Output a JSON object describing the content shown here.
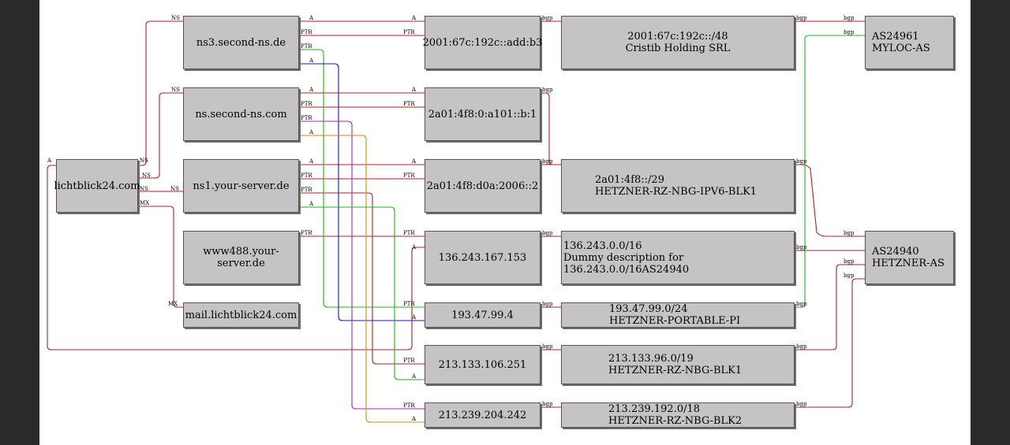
{
  "colors": {
    "red": "#b22020",
    "green": "#22b022",
    "blue": "#1a1aa0",
    "purple": "#b020b0",
    "orange": "#c88a10",
    "node_fill": "#c5c3c6"
  },
  "nodes": {
    "lichtblick": "lichtblick24.com",
    "ns3": "ns3.second-ns.de",
    "ns": "ns.second-ns.com",
    "ns1": "ns1.your-server.de",
    "www488": "www488.your-server.de",
    "mail": "mail.lichtblick24.com",
    "ip_2001_b3": "2001:67c:192c::add:b3",
    "ip_2a01_b1": "2a01:4f8:0:a101::b:1",
    "ip_2a01_2": "2a01:4f8:d0a:2006::2",
    "ip_136": "136.243.167.153",
    "ip_193": "193.47.99.4",
    "ip_213_133": "213.133.106.251",
    "ip_213_239": "213.239.204.242",
    "net_2001": [
      "2001:67c:192c::/48",
      "Cristib Holding SRL"
    ],
    "net_2a01": [
      "2a01:4f8::/29",
      "HETZNER-RZ-NBG-IPV6-BLK1"
    ],
    "net_136": [
      "136.243.0.0/16",
      "Dummy description for 136.243.0.0/16AS24940"
    ],
    "net_193": [
      "193.47.99.0/24",
      "HETZNER-PORTABLE-PI"
    ],
    "net_213_133": [
      "213.133.96.0/19",
      "HETZNER-RZ-NBG-BLK1"
    ],
    "net_213_239": [
      "213.239.192.0/18",
      "HETZNER-RZ-NBG-BLK2"
    ],
    "as24961": [
      "AS24961",
      "MYLOC-AS"
    ],
    "as24940": [
      "AS24940",
      "HETZNER-AS"
    ]
  },
  "edge_labels": {
    "a": "A",
    "ns": "NS",
    "mx": "MX",
    "ptr": "PTR",
    "bgp": "bgp"
  }
}
